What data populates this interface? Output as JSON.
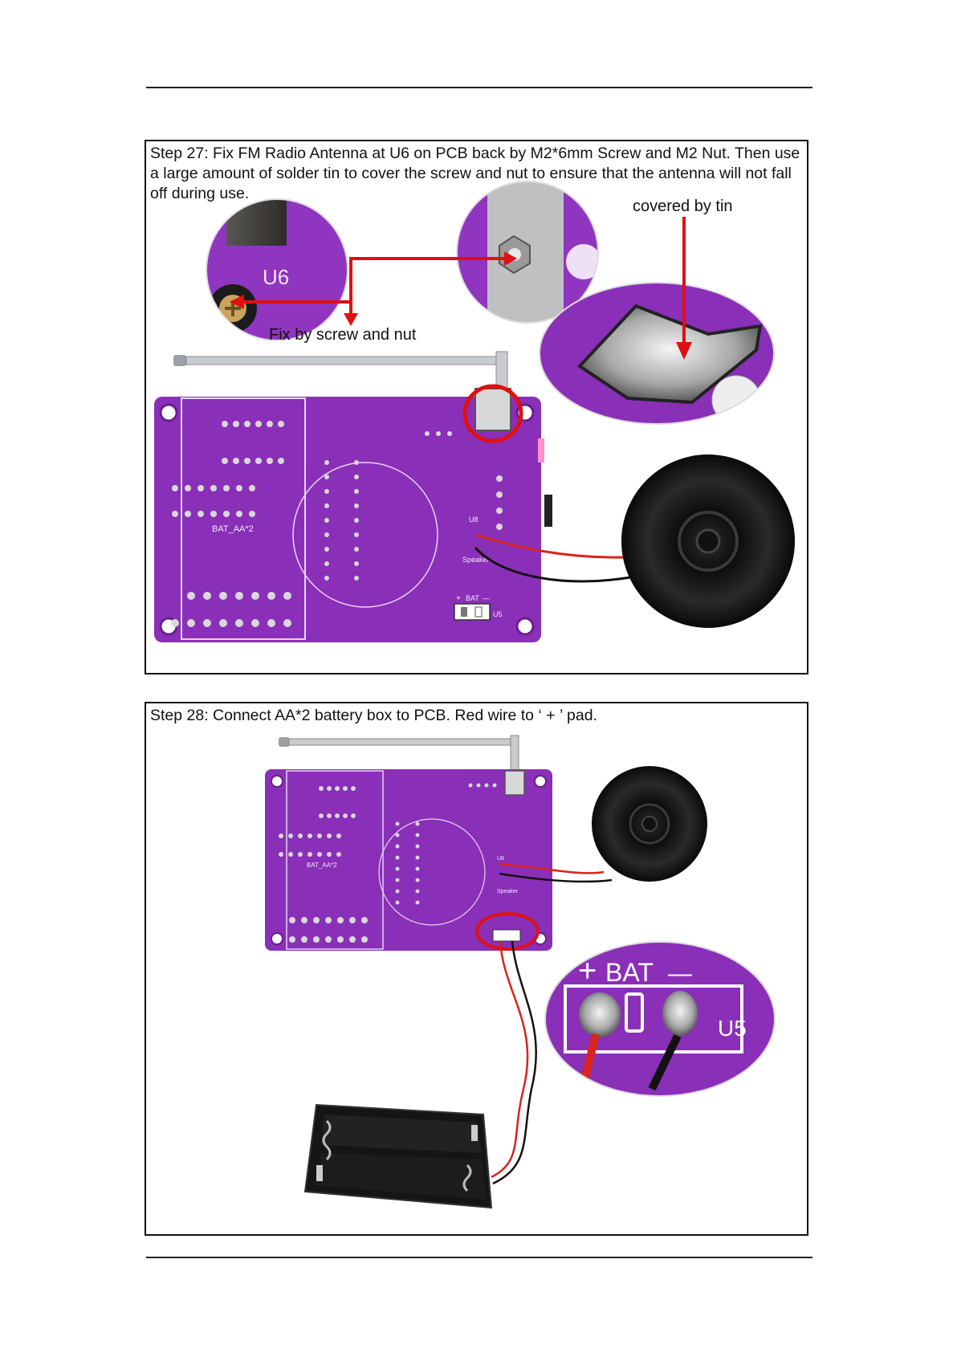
{
  "step27": {
    "text": "Step 27: Fix FM Radio Antenna at U6 on PCB back by M2*6mm Screw and M2 Nut. Then use a large amount of solder tin to cover the screw and nut to ensure that the antenna will not fall off during use.",
    "callout_tin": "covered by tin",
    "callout_fix": "Fix by screw and nut",
    "zoom_label_u6": "U6",
    "pcb_labels": {
      "battery": "BAT_AA*2",
      "u8": "U8",
      "speaker": "Speaker",
      "bat": "BAT",
      "u5": "U5",
      "plus": "+",
      "minus": "—"
    }
  },
  "step28": {
    "text": "Step 28: Connect AA*2 battery box to PCB. Red wire to ‘ + ’ pad.",
    "zoom_plus": "+",
    "zoom_bat": "BAT",
    "zoom_minus": "—",
    "zoom_u5": "U5",
    "pcb_labels": {
      "battery": "BAT_AA*2",
      "speaker": "Speaker",
      "u8": "U8"
    }
  },
  "colors": {
    "pcb_purple": "#8a2fb8",
    "callout_red": "#e01010",
    "wire_red": "#d9231d",
    "wire_black": "#111111"
  }
}
